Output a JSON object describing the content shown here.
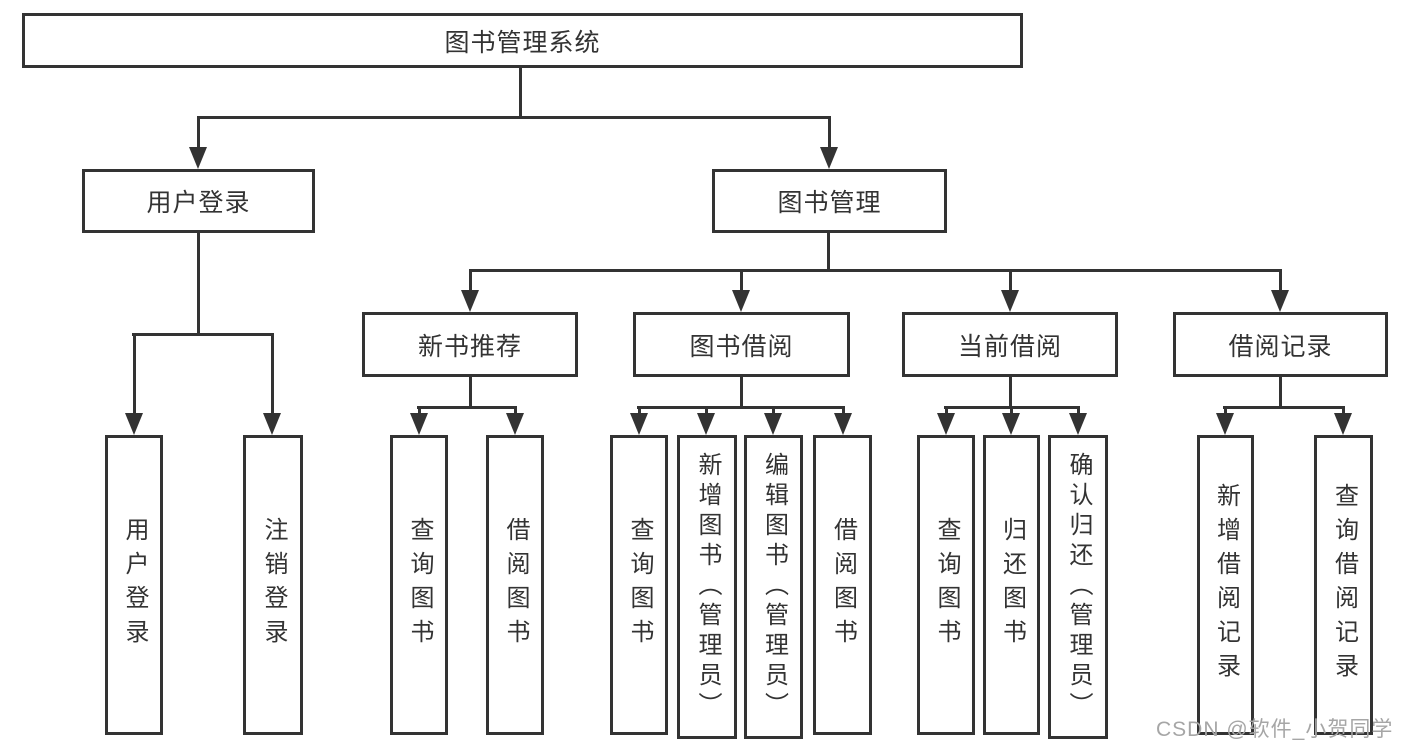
{
  "diagram": {
    "root": {
      "label": "图书管理系统",
      "children": [
        {
          "label": "用户登录",
          "children": [
            {
              "label": "用户登录"
            },
            {
              "label": "注销登录"
            }
          ]
        },
        {
          "label": "图书管理",
          "children": [
            {
              "label": "新书推荐",
              "children": [
                {
                  "label": "查询图书"
                },
                {
                  "label": "借阅图书"
                }
              ]
            },
            {
              "label": "图书借阅",
              "children": [
                {
                  "label": "查询图书"
                },
                {
                  "label": "新增图书（管理员）"
                },
                {
                  "label": "编辑图书（管理员）"
                },
                {
                  "label": "借阅图书"
                }
              ]
            },
            {
              "label": "当前借阅",
              "children": [
                {
                  "label": "查询图书"
                },
                {
                  "label": "归还图书"
                },
                {
                  "label": "确认归还（管理员）"
                }
              ]
            },
            {
              "label": "借阅记录",
              "children": [
                {
                  "label": "新增借阅记录"
                },
                {
                  "label": "查询借阅记录"
                }
              ]
            }
          ]
        }
      ]
    }
  },
  "watermark": {
    "text": "CSDN @软件_小贺同学"
  },
  "colors": {
    "line": "#333333",
    "text": "#333333",
    "watermark": "#a6a6a6",
    "background": "#ffffff"
  }
}
